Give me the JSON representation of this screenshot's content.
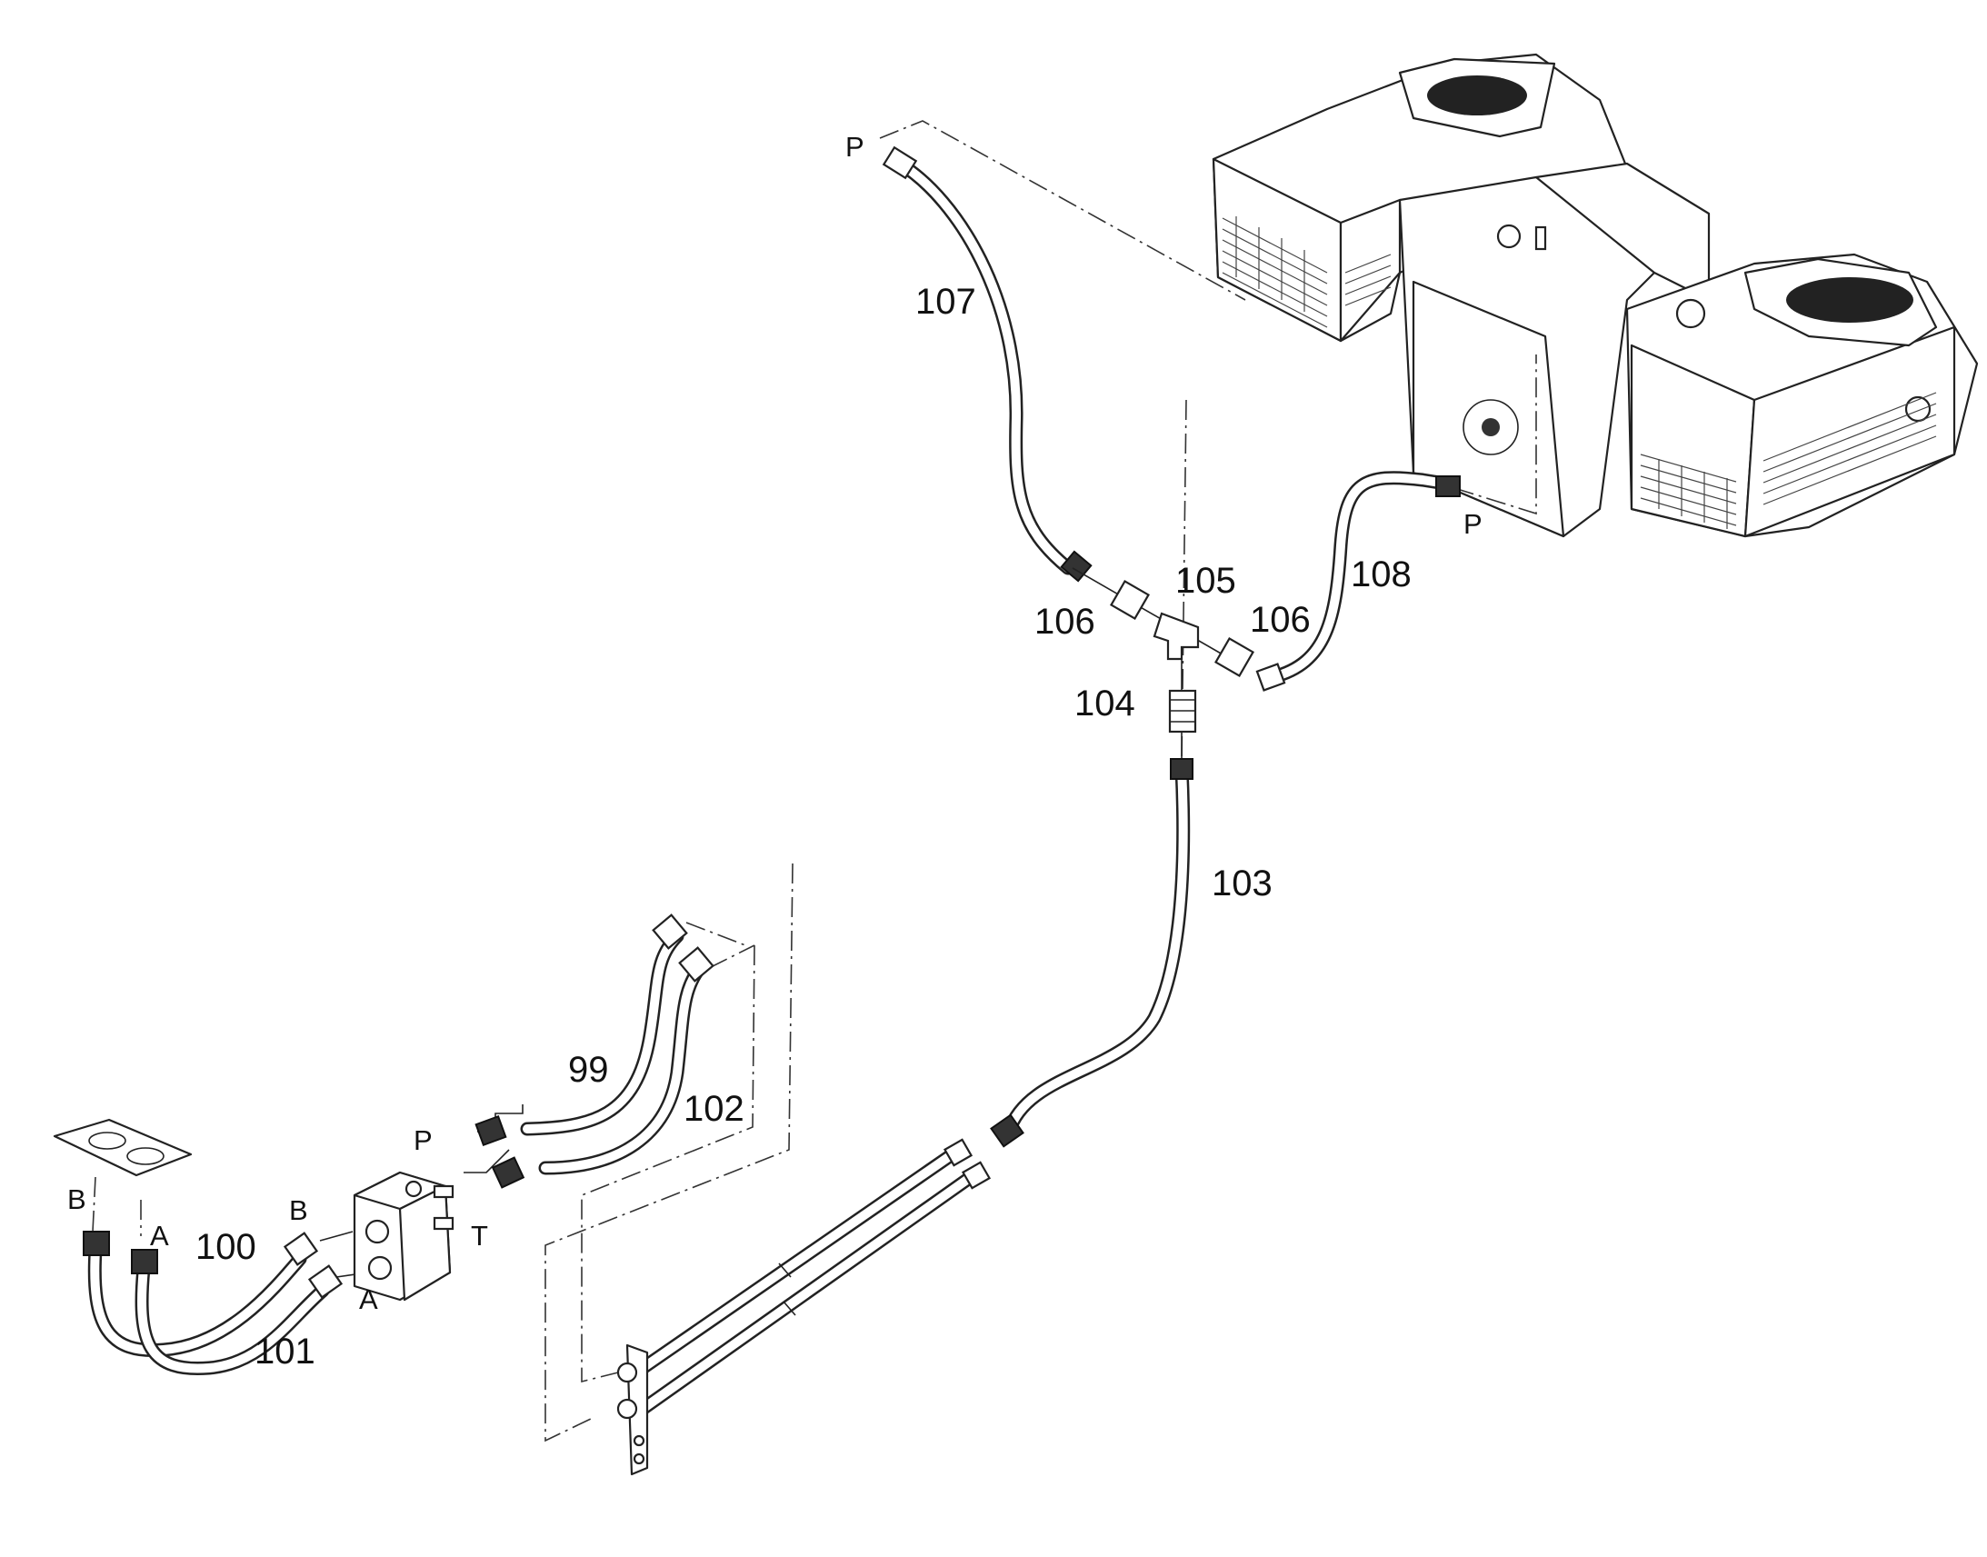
{
  "diagram": {
    "callouts": {
      "c99": "99",
      "c100": "100",
      "c101": "101",
      "c102": "102",
      "c103": "103",
      "c104": "104",
      "c105": "105",
      "c106a": "106",
      "c106b": "106",
      "c107": "107",
      "c108": "108"
    },
    "ports": {
      "p_top": "P",
      "p_right": "P",
      "p_valve": "P",
      "t_valve": "T",
      "b_plate": "B",
      "a_plate": "A",
      "b_valve": "B",
      "a_valve": "A"
    }
  }
}
